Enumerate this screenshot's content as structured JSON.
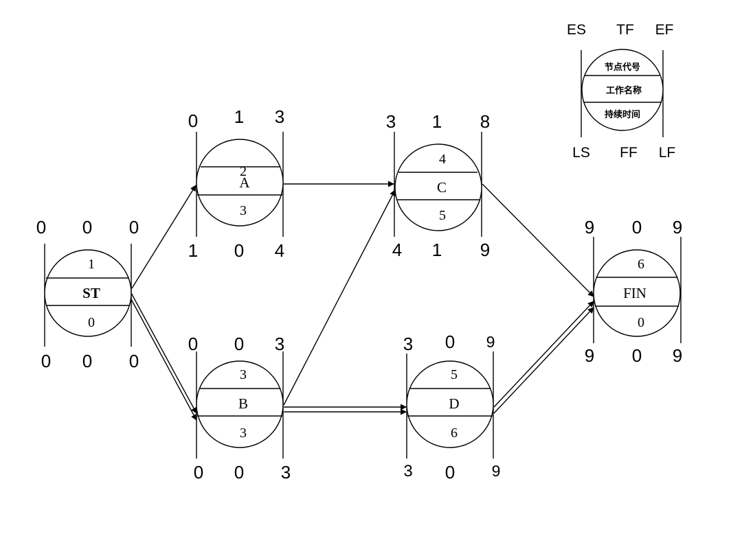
{
  "legend": {
    "es": "ES",
    "tf": "TF",
    "ef": "EF",
    "ls": "LS",
    "ff": "FF",
    "lf": "LF",
    "node_code": "节点代号",
    "work_name": "工作名称",
    "duration": "持续时间"
  },
  "nodes": [
    {
      "id": "st",
      "code": "1",
      "name": "ST",
      "dur": "0",
      "es": "0",
      "tf": "0",
      "ef": "0",
      "ls": "0",
      "ff": "0",
      "lf": "0"
    },
    {
      "id": "a",
      "code": "2",
      "name": "A",
      "dur": "3",
      "es": "0",
      "tf": "1",
      "ef": "3",
      "ls": "1",
      "ff": "0",
      "lf": "4"
    },
    {
      "id": "b",
      "code": "3",
      "name": "B",
      "dur": "3",
      "es": "0",
      "tf": "0",
      "ef": "3",
      "ls": "0",
      "ff": "0",
      "lf": "3"
    },
    {
      "id": "c",
      "code": "4",
      "name": "C",
      "dur": "5",
      "es": "3",
      "tf": "1",
      "ef": "8",
      "ls": "4",
      "ff": "1",
      "lf": "9"
    },
    {
      "id": "d",
      "code": "5",
      "name": "D",
      "dur": "6",
      "es": "3",
      "tf": "0",
      "ef": "9",
      "ls": "3",
      "ff": "0",
      "lf": "9"
    },
    {
      "id": "fin",
      "code": "6",
      "name": "FIN",
      "dur": "0",
      "es": "9",
      "tf": "0",
      "ef": "9",
      "ls": "9",
      "ff": "0",
      "lf": "9"
    }
  ]
}
